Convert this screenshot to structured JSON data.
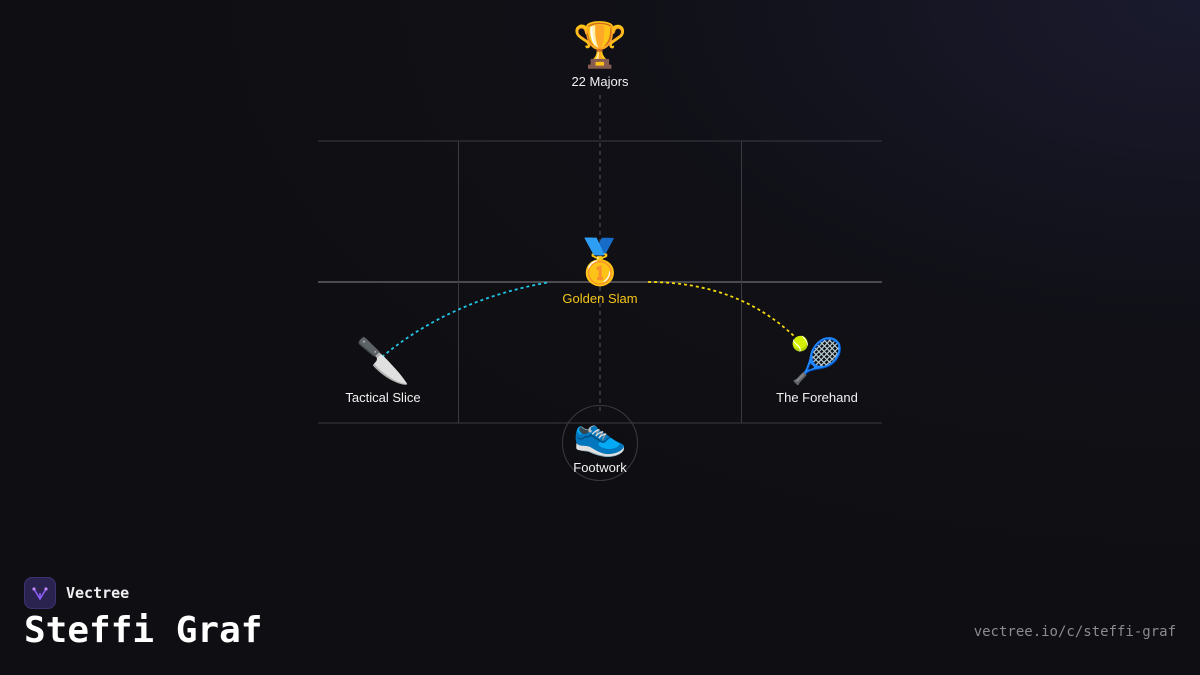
{
  "brand": {
    "name": "Vectree",
    "logo_icon": "vectree-logo-icon",
    "accent_color": "#8b5cf6"
  },
  "page": {
    "title": "Steffi Graf",
    "url": "vectree.io/c/steffi-graf"
  },
  "nodes": {
    "majors": {
      "icon": "trophy-icon",
      "emoji": "🏆",
      "label": "22 Majors"
    },
    "golden_slam": {
      "icon": "medal-icon",
      "emoji": "🥇",
      "label": "Golden Slam",
      "color": "#f5c518"
    },
    "tactical_slice": {
      "icon": "knife-icon",
      "emoji": "🔪",
      "label": "Tactical Slice"
    },
    "forehand": {
      "icon": "tennis-racket-icon",
      "emoji": "🎾",
      "label": "The Forehand"
    },
    "footwork": {
      "icon": "running-shoe-icon",
      "emoji": "👟",
      "label": "Footwork"
    }
  },
  "connections": [
    {
      "from": "tactical_slice",
      "to": "golden_slam",
      "style": "dashed",
      "color": "#22c5e6"
    },
    {
      "from": "forehand",
      "to": "golden_slam",
      "style": "dashed",
      "color": "#f5d90a"
    },
    {
      "from": "majors",
      "to": "footwork",
      "style": "dashed",
      "color": "#55555c"
    }
  ]
}
